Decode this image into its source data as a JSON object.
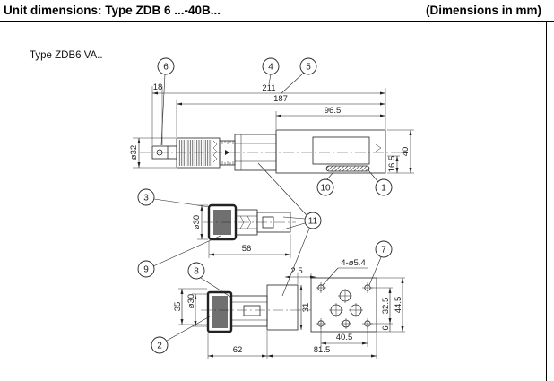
{
  "header": {
    "title": "Unit dimensions: Type ZDB 6 ...-40B...",
    "units_note": "(Dimensions in mm)"
  },
  "drawing": {
    "variant_label": "Type ZDB6 VA..",
    "callouts": [
      "1",
      "2",
      "3",
      "4",
      "5",
      "6",
      "7",
      "8",
      "9",
      "10",
      "11"
    ],
    "top_view_dimensions": [
      "18",
      "211",
      "187",
      "96.5",
      "ø32",
      "40",
      "16.5"
    ],
    "side_view_dimensions": [
      "ø30",
      "56"
    ],
    "bottom_view_dimensions": [
      "2.5",
      "4-ø5.4",
      "ø30",
      "35",
      "31",
      "32.5",
      "44.5",
      "6",
      "40.5",
      "62",
      "81.5"
    ]
  },
  "colors": {
    "ink": "#222222",
    "paper": "#ffffff"
  }
}
